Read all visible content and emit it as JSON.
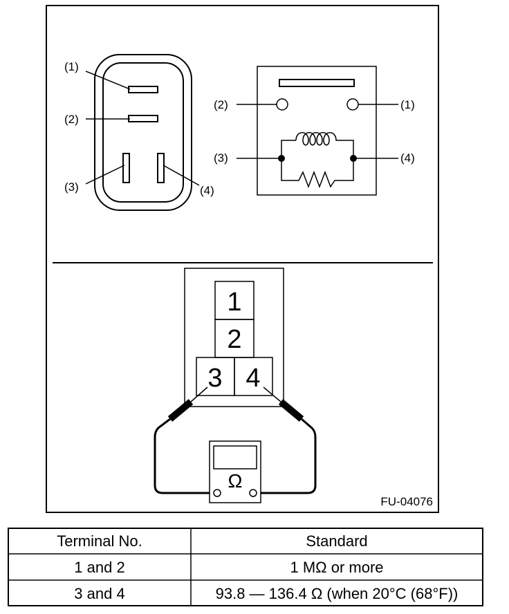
{
  "figure_id": "FU-04076",
  "connector_labels": {
    "t1": "(1)",
    "t2": "(2)",
    "t3": "(3)",
    "t4": "(4)"
  },
  "schematic_labels": {
    "t1": "(1)",
    "t2": "(2)",
    "t3": "(3)",
    "t4": "(4)"
  },
  "test_terminals": {
    "t1": "1",
    "t2": "2",
    "t3": "3",
    "t4": "4"
  },
  "meter_symbol": "Ω",
  "table": {
    "headers": [
      "Terminal No.",
      "Standard"
    ],
    "rows": [
      [
        "1 and 2",
        "1 MΩ or more"
      ],
      [
        "3 and 4",
        "93.8 — 136.4 Ω (when 20°C (68°F))"
      ]
    ]
  }
}
